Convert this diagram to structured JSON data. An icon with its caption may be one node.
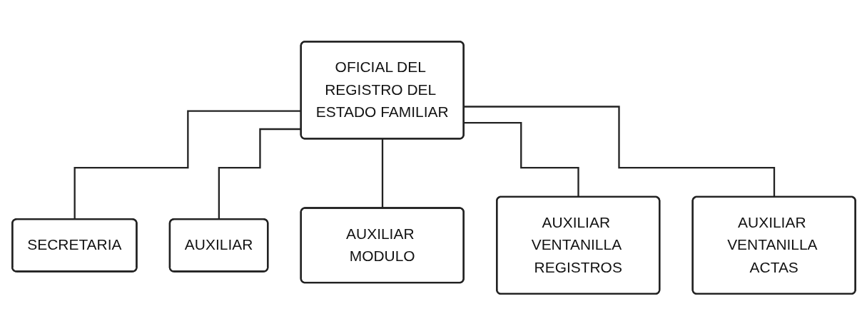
{
  "diagram": {
    "nodes": [
      {
        "text": [
          "OFICIAL DEL REGISTRO DEL ESTADO FAMILIAR"
        ]
      },
      {
        "text": [
          "SECRETARIA"
        ]
      },
      {
        "text": [
          "AUXILIAR"
        ]
      },
      {
        "text": [
          "AUXILIAR MODULO"
        ]
      },
      {
        "text": [
          "AUXILIAR VENTANILLA REGISTROS"
        ]
      },
      {
        "text": [
          "AUXILIAR VENTANILLA ACTAS"
        ]
      }
    ],
    "edges": [
      {
        "from": 0,
        "to": 1,
        "arrow": "none"
      },
      {
        "from": 0,
        "to": 2,
        "arrow": "none"
      },
      {
        "from": 0,
        "to": 3,
        "arrow": "none"
      },
      {
        "from": 0,
        "to": 4,
        "arrow": "none"
      },
      {
        "from": 0,
        "to": 5,
        "arrow": "none"
      }
    ]
  }
}
